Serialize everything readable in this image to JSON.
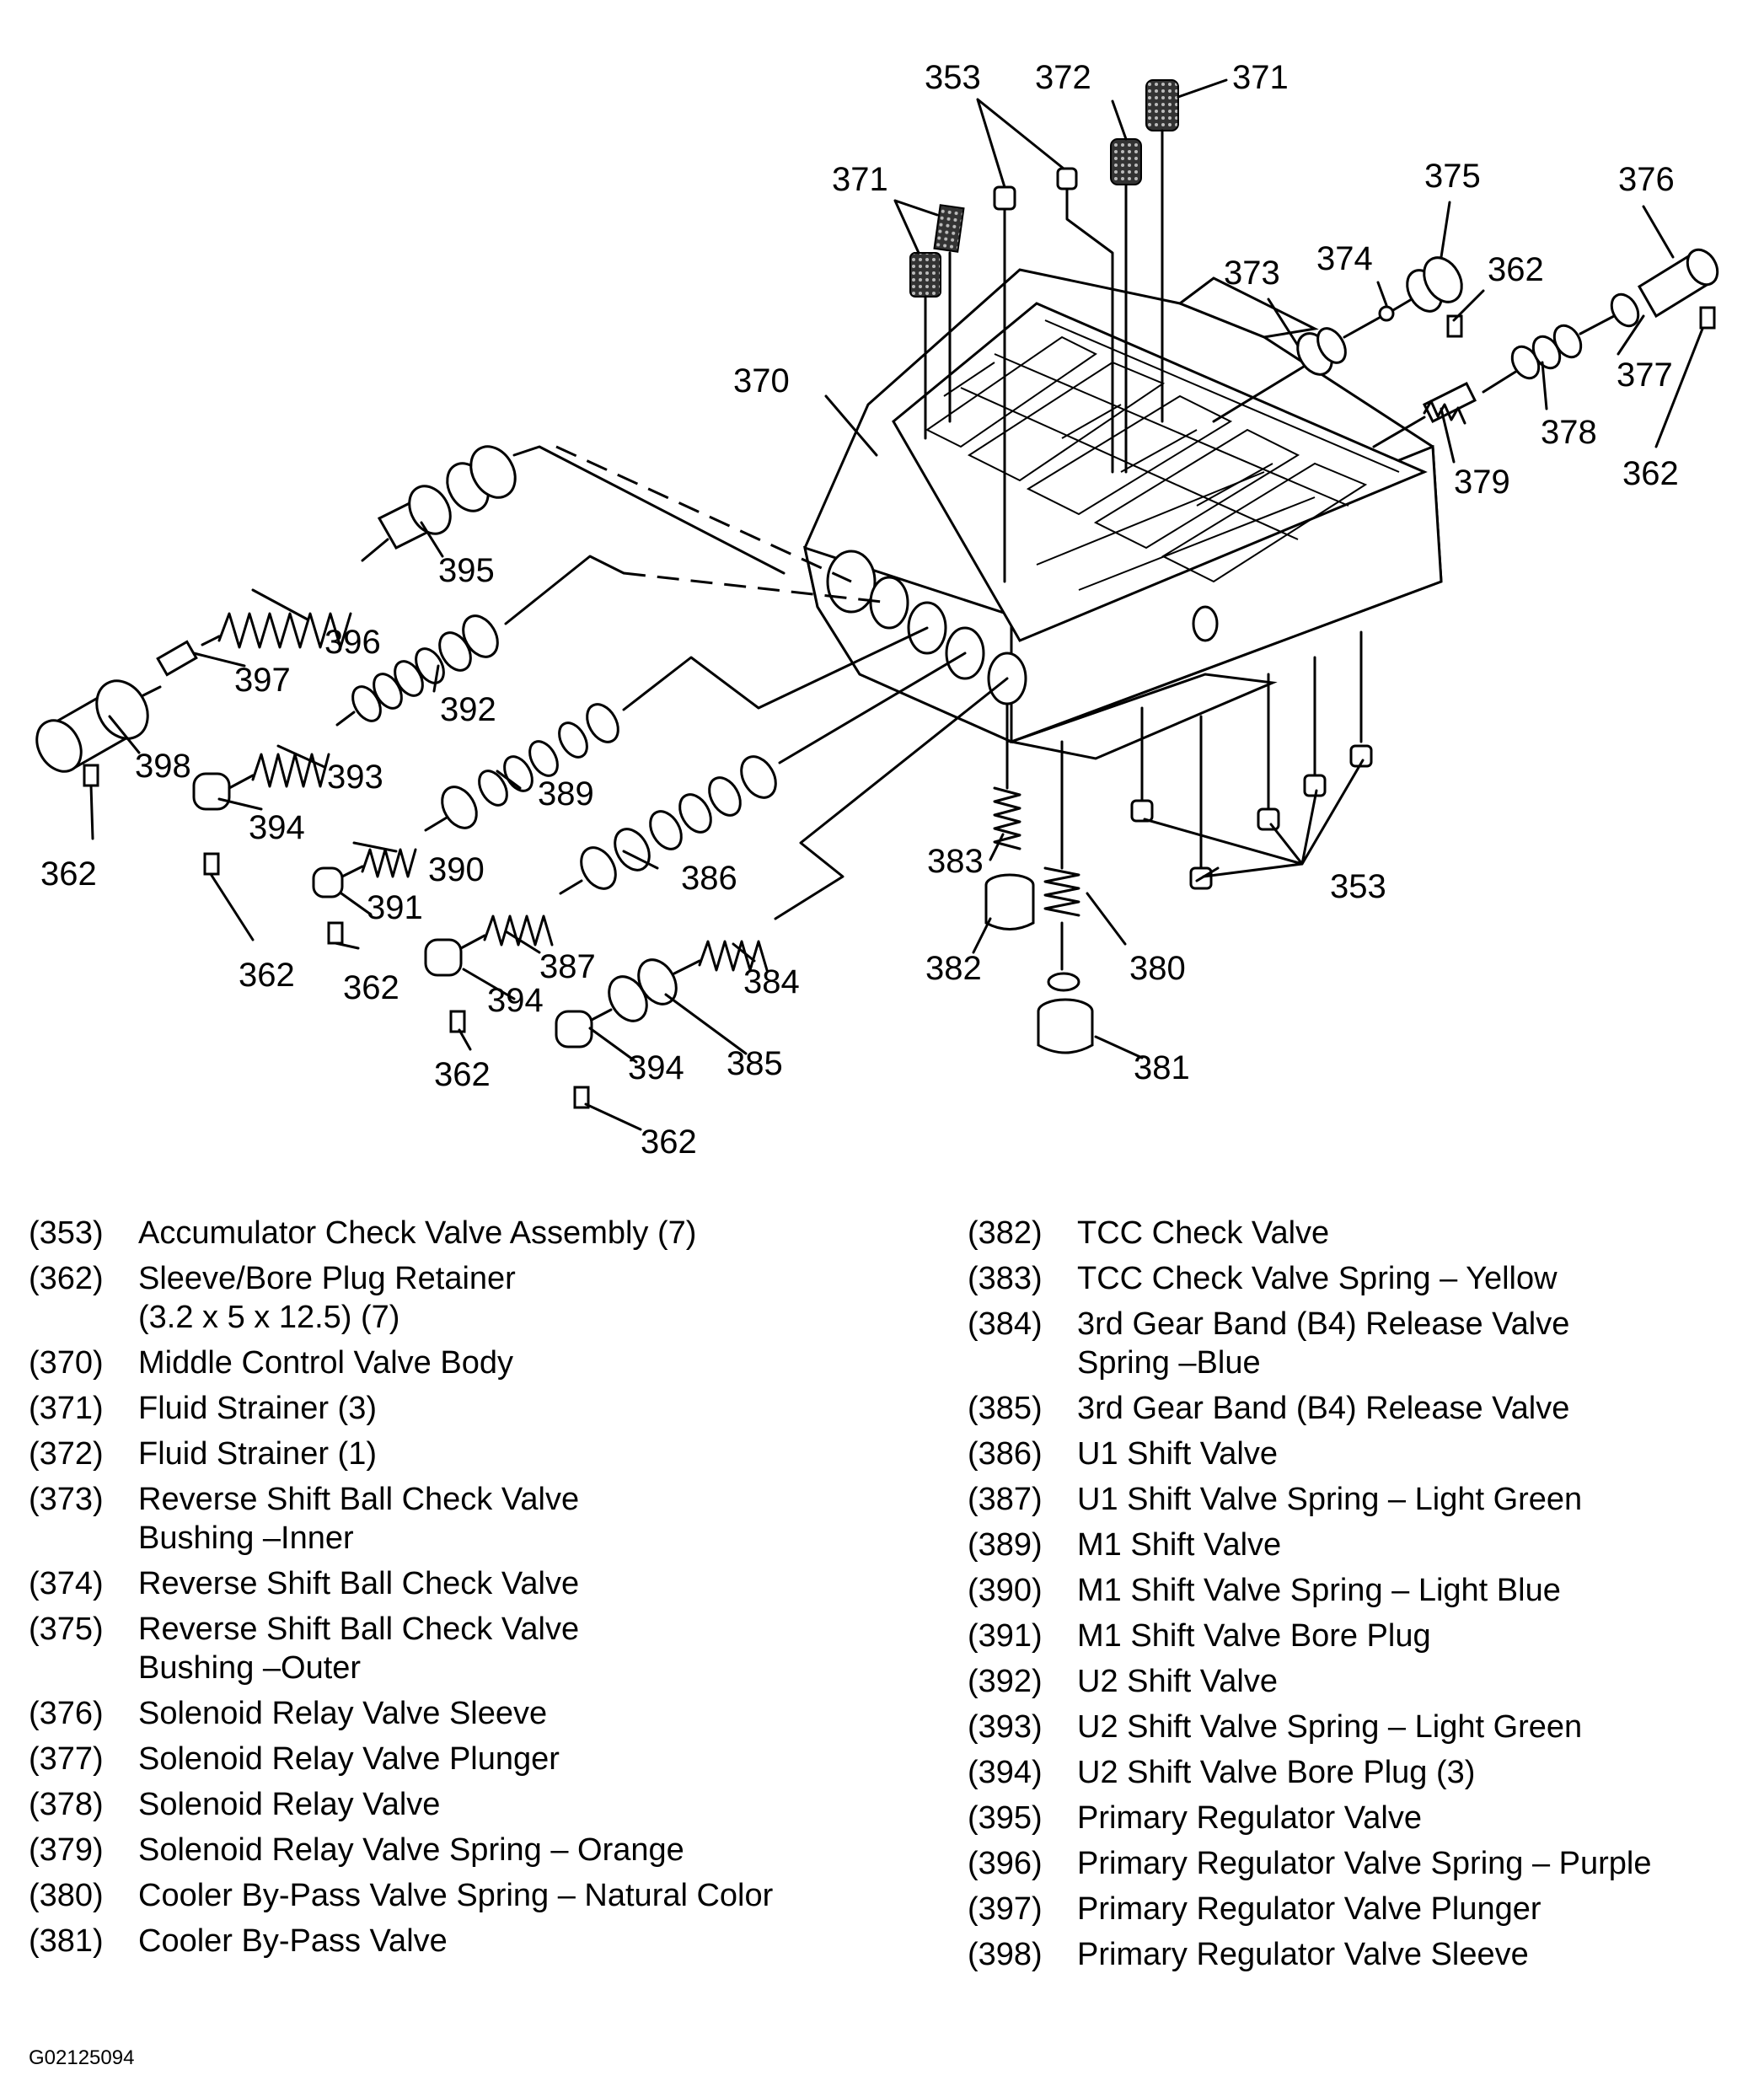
{
  "callouts": {
    "c353a": "353",
    "c372": "372",
    "c371a": "371",
    "c371b": "371",
    "c375": "375",
    "c376": "376",
    "c374": "374",
    "c373": "373",
    "c362a": "362",
    "c370": "370",
    "c377": "377",
    "c378": "378",
    "c362b": "362",
    "c379": "379",
    "c395": "395",
    "c396": "396",
    "c397": "397",
    "c392": "392",
    "c398": "398",
    "c393": "393",
    "c389": "389",
    "c362c": "362",
    "c394a": "394",
    "c390": "390",
    "c386": "386",
    "c383": "383",
    "c391": "391",
    "c353b": "353",
    "c362d": "362",
    "c362e": "362",
    "c387": "387",
    "c394b": "394",
    "c384": "384",
    "c382": "382",
    "c380": "380",
    "c362f": "362",
    "c394c": "394",
    "c385": "385",
    "c381": "381",
    "c362g": "362"
  },
  "legend": {
    "left": [
      {
        "code": "(353)",
        "desc": "Accumulator Check Valve Assembly (7)"
      },
      {
        "code": "(362)",
        "desc": "Sleeve/Bore Plug Retainer\n(3.2 x 5 x 12.5) (7)"
      },
      {
        "code": "(370)",
        "desc": "Middle Control Valve Body"
      },
      {
        "code": "(371)",
        "desc": "Fluid Strainer (3)"
      },
      {
        "code": "(372)",
        "desc": "Fluid Strainer (1)"
      },
      {
        "code": "(373)",
        "desc": "Reverse Shift Ball Check Valve\nBushing –Inner"
      },
      {
        "code": "(374)",
        "desc": "Reverse Shift Ball Check Valve"
      },
      {
        "code": "(375)",
        "desc": "Reverse Shift Ball Check Valve\nBushing –Outer"
      },
      {
        "code": "(376)",
        "desc": "Solenoid Relay Valve Sleeve"
      },
      {
        "code": "(377)",
        "desc": "Solenoid Relay Valve Plunger"
      },
      {
        "code": "(378)",
        "desc": "Solenoid Relay Valve"
      },
      {
        "code": "(379)",
        "desc": "Solenoid Relay Valve Spring – Orange"
      },
      {
        "code": "(380)",
        "desc": "Cooler By-Pass Valve Spring – Natural Color"
      },
      {
        "code": "(381)",
        "desc": "Cooler By-Pass Valve"
      }
    ],
    "right": [
      {
        "code": "(382)",
        "desc": "TCC Check Valve"
      },
      {
        "code": "(383)",
        "desc": "TCC Check Valve Spring – Yellow"
      },
      {
        "code": "(384)",
        "desc": "3rd Gear Band (B4) Release Valve\nSpring –Blue"
      },
      {
        "code": "(385)",
        "desc": "3rd Gear Band (B4) Release Valve"
      },
      {
        "code": "(386)",
        "desc": "U1 Shift Valve"
      },
      {
        "code": "(387)",
        "desc": "U1 Shift Valve Spring – Light Green"
      },
      {
        "code": "(389)",
        "desc": "M1 Shift Valve"
      },
      {
        "code": "(390)",
        "desc": "M1 Shift Valve Spring – Light Blue"
      },
      {
        "code": "(391)",
        "desc": "M1 Shift Valve Bore Plug"
      },
      {
        "code": "(392)",
        "desc": "U2 Shift Valve"
      },
      {
        "code": "(393)",
        "desc": "U2 Shift Valve Spring – Light Green"
      },
      {
        "code": "(394)",
        "desc": "U2 Shift Valve Bore Plug (3)"
      },
      {
        "code": "(395)",
        "desc": "Primary Regulator Valve"
      },
      {
        "code": "(396)",
        "desc": "Primary Regulator Valve Spring – Purple"
      },
      {
        "code": "(397)",
        "desc": "Primary Regulator Valve Plunger"
      },
      {
        "code": "(398)",
        "desc": "Primary Regulator Valve Sleeve"
      }
    ]
  },
  "figure_id": "G02125094"
}
